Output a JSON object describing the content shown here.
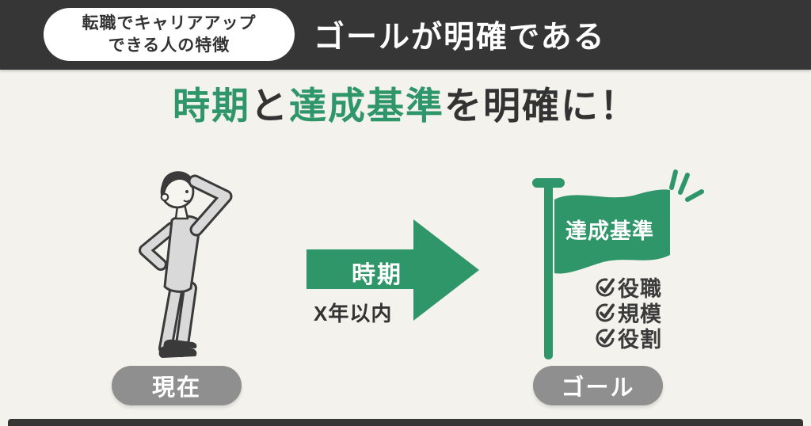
{
  "colors": {
    "accent_green": "#2e9669",
    "dark": "#363636",
    "background_cream": "#f4f2ec",
    "pill_gray": "#8f8f8f"
  },
  "header": {
    "badge_line1": "転職でキャリアアップ",
    "badge_line2": "できる人の特徴",
    "title": "ゴールが明確である"
  },
  "headline": {
    "seg1": "時期",
    "seg2": "と",
    "seg3": "達成基準",
    "seg4": "を明確に！"
  },
  "arrow": {
    "label": "時期",
    "caption": "X年以内"
  },
  "flag": {
    "banner": "達成基準",
    "items": [
      {
        "label": "役職"
      },
      {
        "label": "規模"
      },
      {
        "label": "役割"
      }
    ]
  },
  "markers": {
    "current": "現在",
    "goal": "ゴール"
  },
  "icons": {
    "check": "check-circle-icon",
    "flag": "flag-icon",
    "sparkle": "sparkle-icon",
    "person": "person-illustration"
  }
}
